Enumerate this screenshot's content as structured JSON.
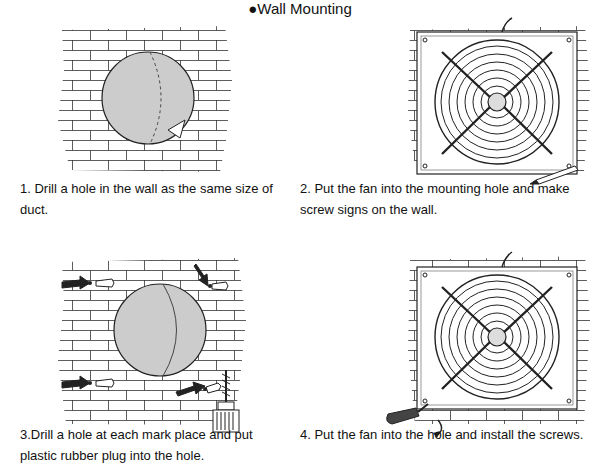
{
  "diagram": {
    "title": "●Wall Mounting",
    "labels": [
      "1. Drill a hole in the wall as the same size of duct.",
      "2. Put the fan into the mounting hole and make screw signs on the wall.",
      "3.Drill a hole at each mark place and put plastic rubber plug into the hole.",
      "4. Put the fan into the hole and install the screws."
    ]
  }
}
